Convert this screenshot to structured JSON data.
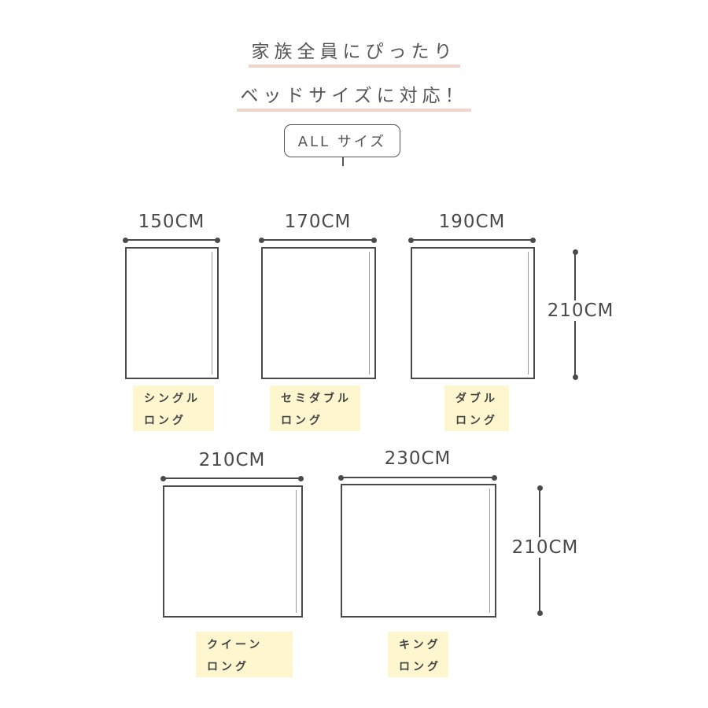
{
  "headline": {
    "line1": "家族全員にぴったり",
    "line2": "ベッドサイズに対応！"
  },
  "badge": "ALL サイズ",
  "colors": {
    "text": "#4a4a4a",
    "underline": "#f0d4d0",
    "tag_bg": "#fdf6cf"
  },
  "sizes": {
    "height_label": "210CM",
    "single": {
      "width": "150CM",
      "name_line1": "シングル",
      "name_line2": "ロング"
    },
    "semidouble": {
      "width": "170CM",
      "name_line1": "セミダブル",
      "name_line2": "ロング"
    },
    "double": {
      "width": "190CM",
      "name_line1": "ダブル",
      "name_line2": "ロング"
    },
    "queen": {
      "width": "210CM",
      "name_line1": "クイーン",
      "name_line2": "ロング"
    },
    "king": {
      "width": "230CM",
      "name_line1": "キング",
      "name_line2": "ロング"
    }
  }
}
